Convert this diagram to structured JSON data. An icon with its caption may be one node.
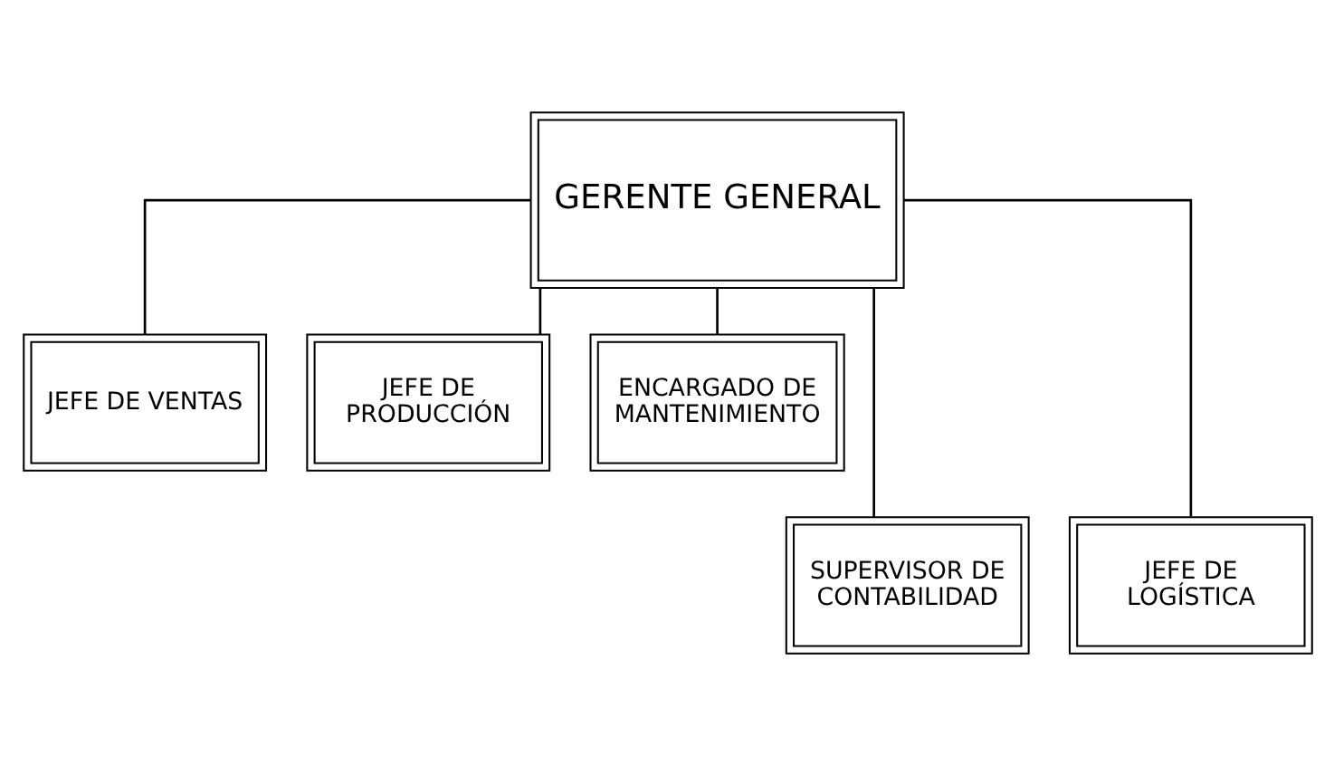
{
  "diagram": {
    "nodes": [
      {
        "text": [
          "GERENTE GENERAL"
        ]
      },
      {
        "text": [
          "JEFE DE VENTAS"
        ]
      },
      {
        "text": [
          "JEFE DE PRODUCCIÓN"
        ]
      },
      {
        "text": [
          "ENCARGADO DE MANTENIMIENTO"
        ]
      },
      {
        "text": [
          "SUPERVISOR DE CONTABILIDAD"
        ]
      },
      {
        "text": [
          "JEFE DE LOGÍSTICA"
        ]
      }
    ],
    "edges": [
      {
        "from": 0,
        "to": 1,
        "arrow": "none"
      },
      {
        "from": 0,
        "to": 4,
        "arrow": "none"
      },
      {
        "from": 0,
        "to": 2,
        "arrow": "none"
      },
      {
        "from": 0,
        "to": 5,
        "arrow": "none"
      },
      {
        "from": 0,
        "to": 3,
        "arrow": "none"
      }
    ]
  }
}
